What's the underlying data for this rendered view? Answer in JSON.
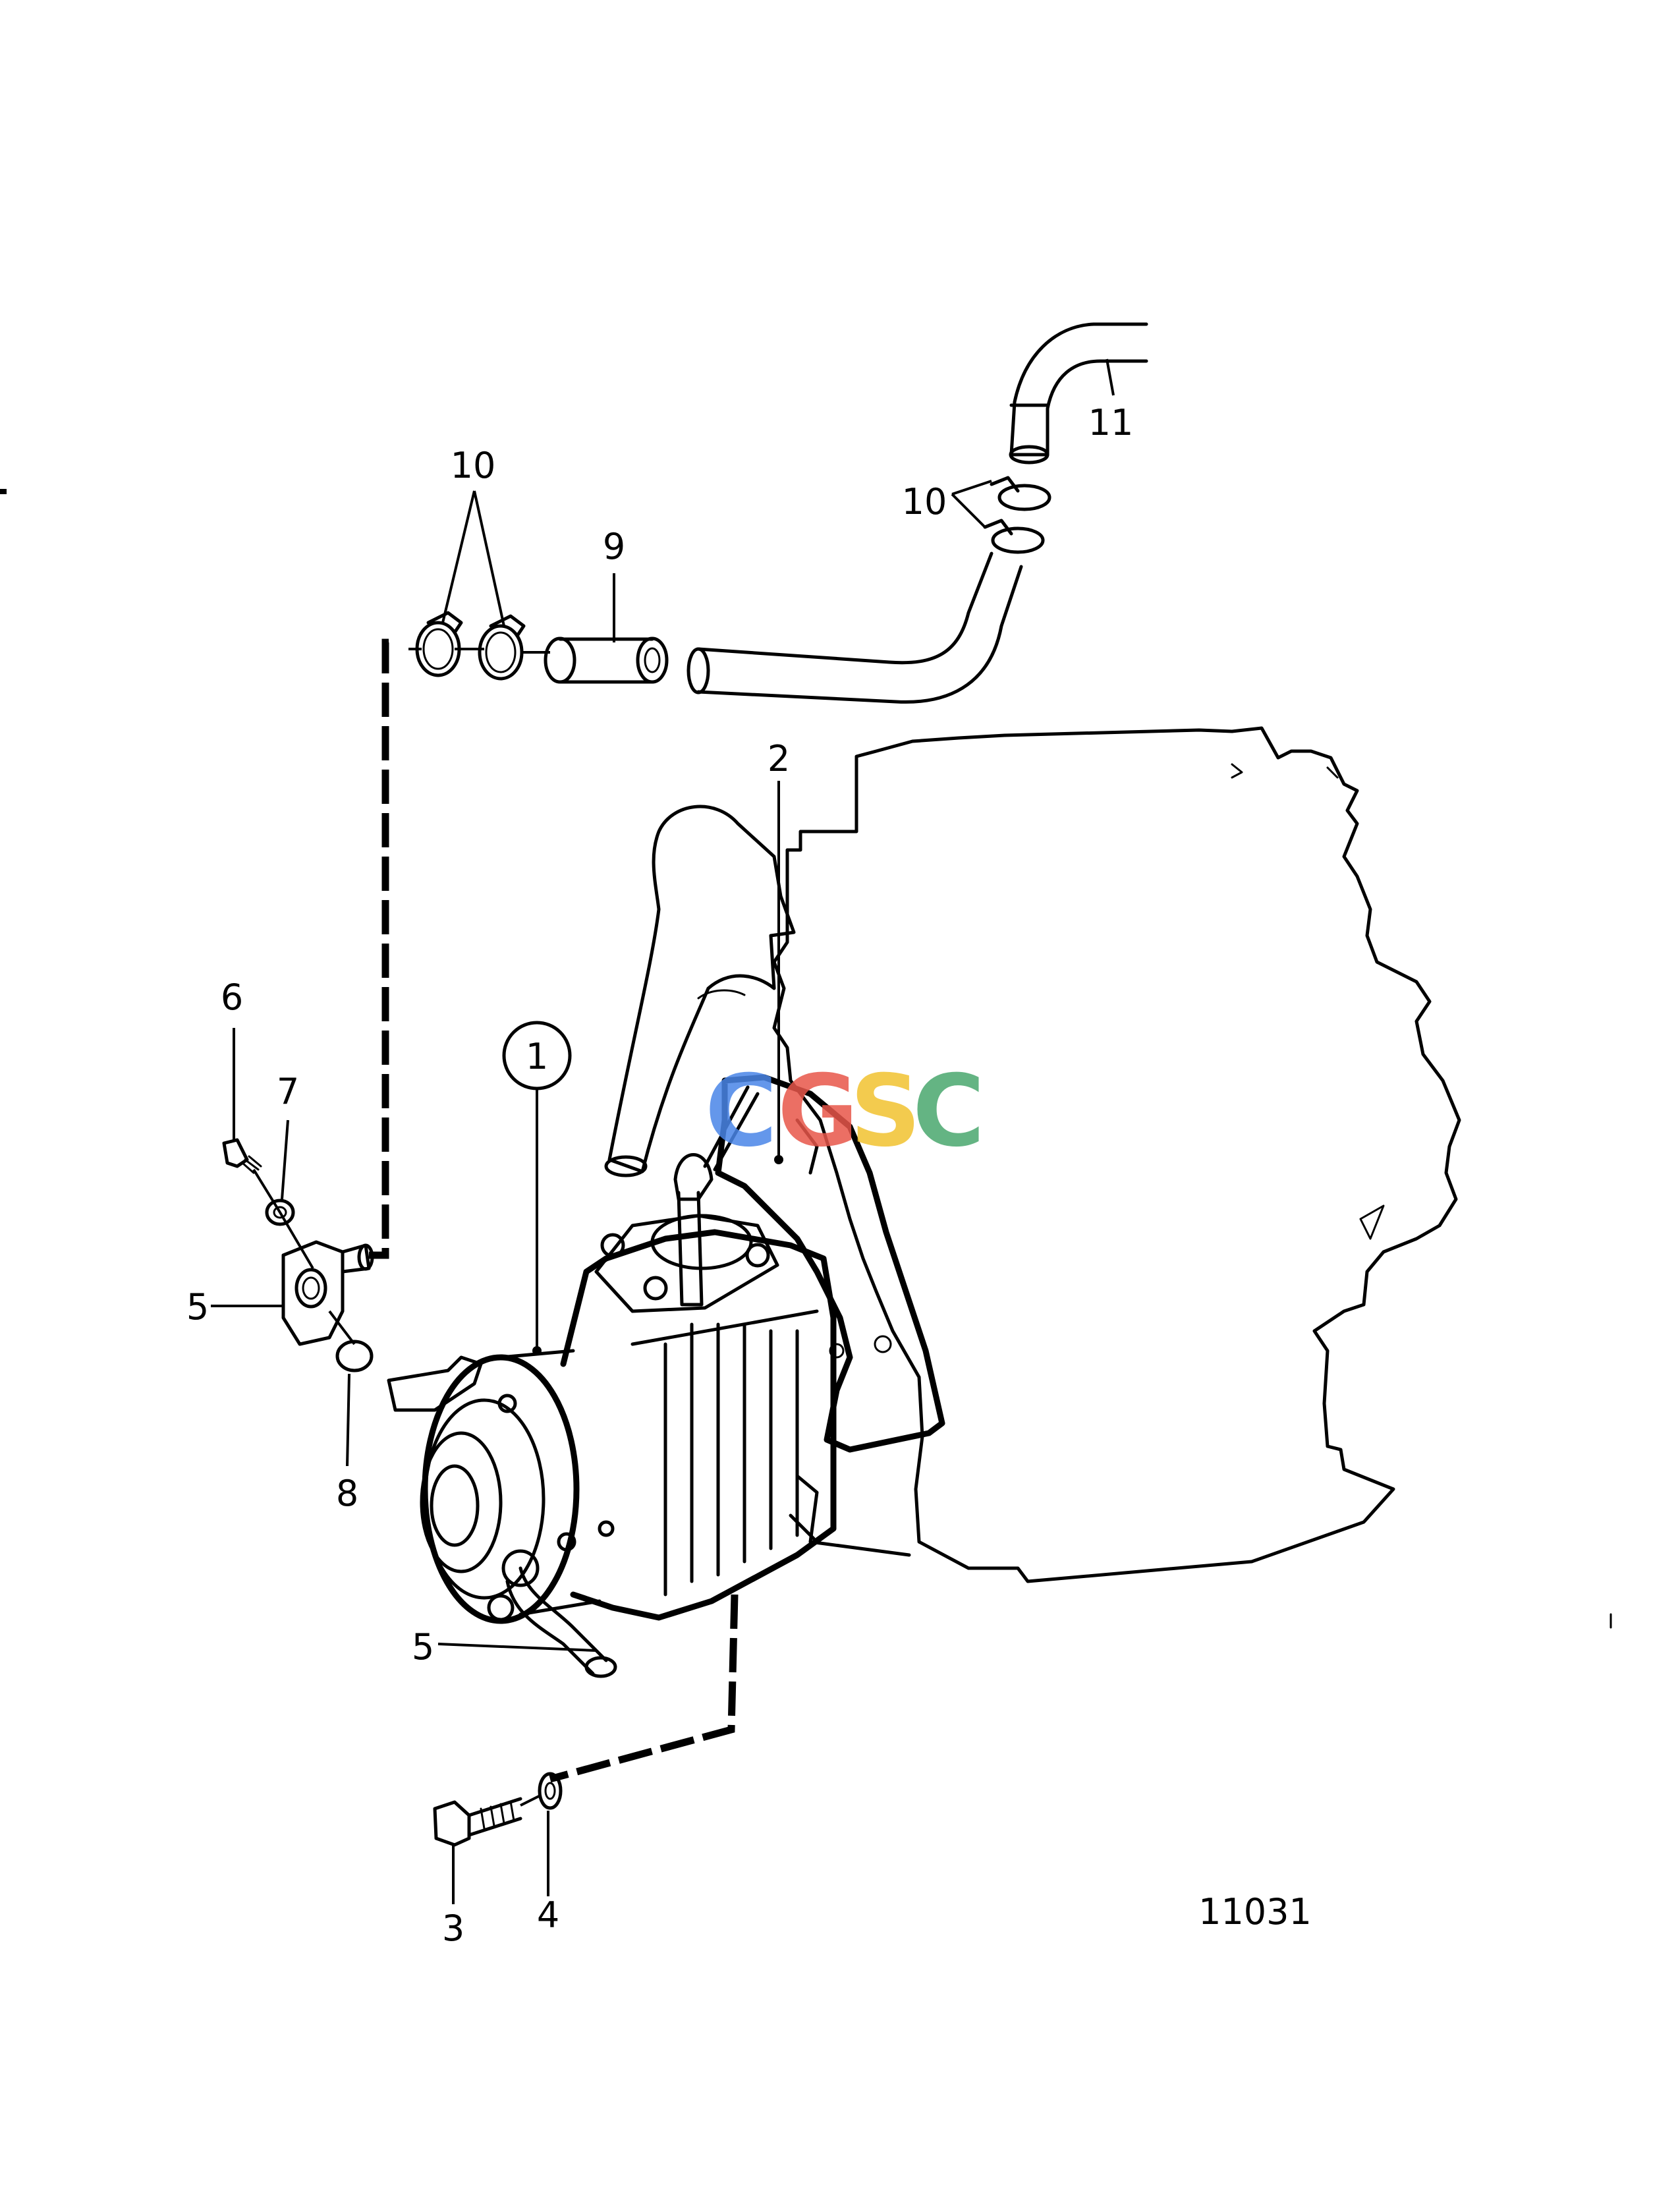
{
  "diagram": {
    "drawing_number": "11031",
    "callouts": {
      "item_1": "1",
      "item_2": "2",
      "item_3": "3",
      "item_4": "4",
      "item_5a": "5",
      "item_5b": "5",
      "item_6": "6",
      "item_7": "7",
      "item_8": "8",
      "item_9": "9",
      "item_10a": "10",
      "item_10b": "10",
      "item_11": "11"
    }
  },
  "watermark": {
    "letters": [
      "C",
      "G",
      "S",
      "C"
    ],
    "colors": [
      "#4a86e8",
      "#e8564a",
      "#f2c230",
      "#4aa86e"
    ]
  }
}
